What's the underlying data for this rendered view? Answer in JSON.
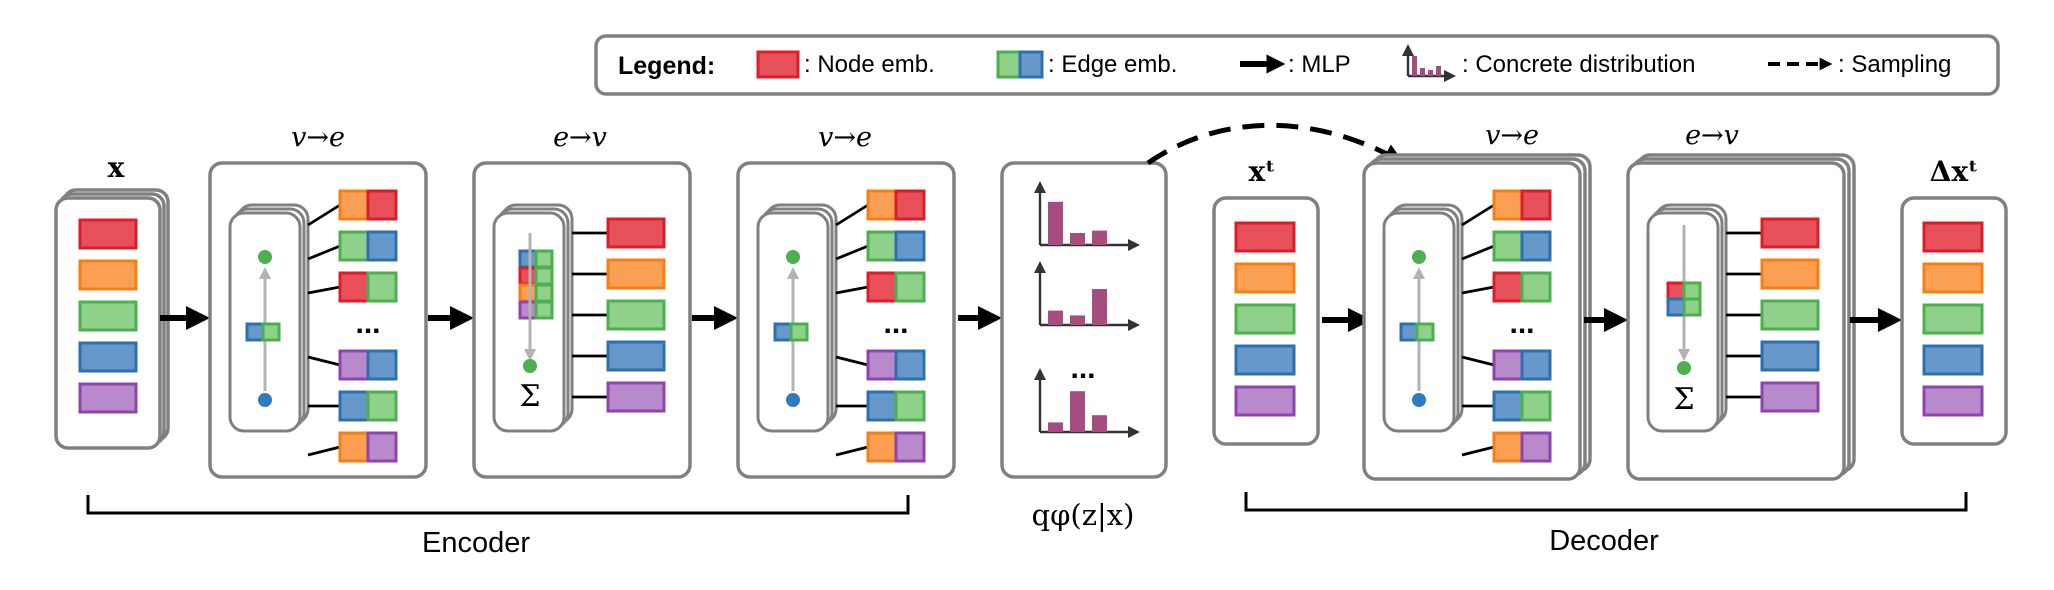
{
  "legend": {
    "title": "Legend:",
    "node_label": ": Node emb.",
    "edge_label": ": Edge emb.",
    "mlp_label": ": MLP",
    "concrete_label": ": Concrete distribution",
    "sampling_label": ": Sampling"
  },
  "labels": {
    "input_x": "x",
    "enc_block1": "v→e",
    "enc_block2": "e→v",
    "enc_block3": "v→e",
    "dec_input": "xᵗ",
    "dec_block1": "v→e",
    "dec_block2": "e→v",
    "output": "Δxᵗ",
    "latent": "qφ(z|x)",
    "encoder": "Encoder",
    "decoder": "Decoder",
    "ellipsis": "...",
    "sum": "Σ"
  },
  "colors": {
    "red": "#e8505b",
    "red_border": "#d81f2a",
    "orange": "#fb9f53",
    "orange_border": "#f57f17",
    "green": "#8fd18a",
    "green_border": "#4caf50",
    "blue": "#6699c9",
    "blue_border": "#2f6fb0",
    "purple": "#b98acb",
    "purple_border": "#8e44ad",
    "box_border": "#808080",
    "node_green": "#4caf50",
    "node_blue": "#2f7bbf",
    "hist_bar": "#a64d7f"
  },
  "histograms": [
    [
      0.9,
      0.25,
      0.3
    ],
    [
      0.3,
      0.2,
      0.75
    ],
    [
      0.2,
      0.85,
      0.35
    ]
  ]
}
